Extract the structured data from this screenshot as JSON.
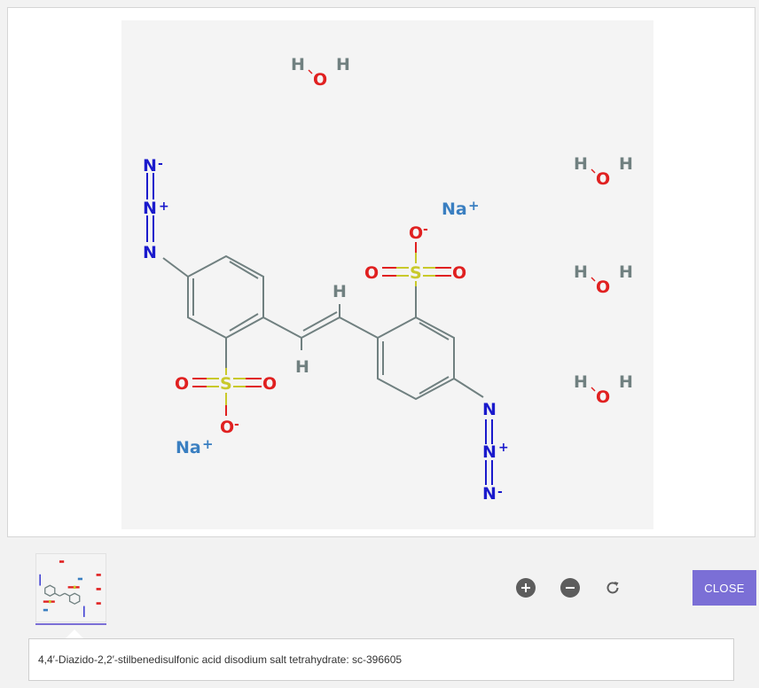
{
  "viewer": {
    "caption": "4,4′-Diazido-2,2′-stilbenedisulfonic acid disodium salt tetrahydrate: sc-396605",
    "close_label": "CLOSE"
  },
  "molecule": {
    "atoms": {
      "H": "H",
      "O": "O",
      "S": "S",
      "N": "N",
      "Na": "Na",
      "plus": "+",
      "minus": "-"
    }
  },
  "colors": {
    "accent": "#7b6fd6",
    "nitrogen": "#1a1acc",
    "oxygen": "#e02020",
    "sulfur": "#c9c92a",
    "sodium": "#3a7fc1",
    "hydrogen": "#708080",
    "bond": "#708080"
  },
  "icons": {
    "zoom_in": "plus-circle-icon",
    "zoom_out": "minus-circle-icon",
    "reset": "rotate-icon"
  }
}
